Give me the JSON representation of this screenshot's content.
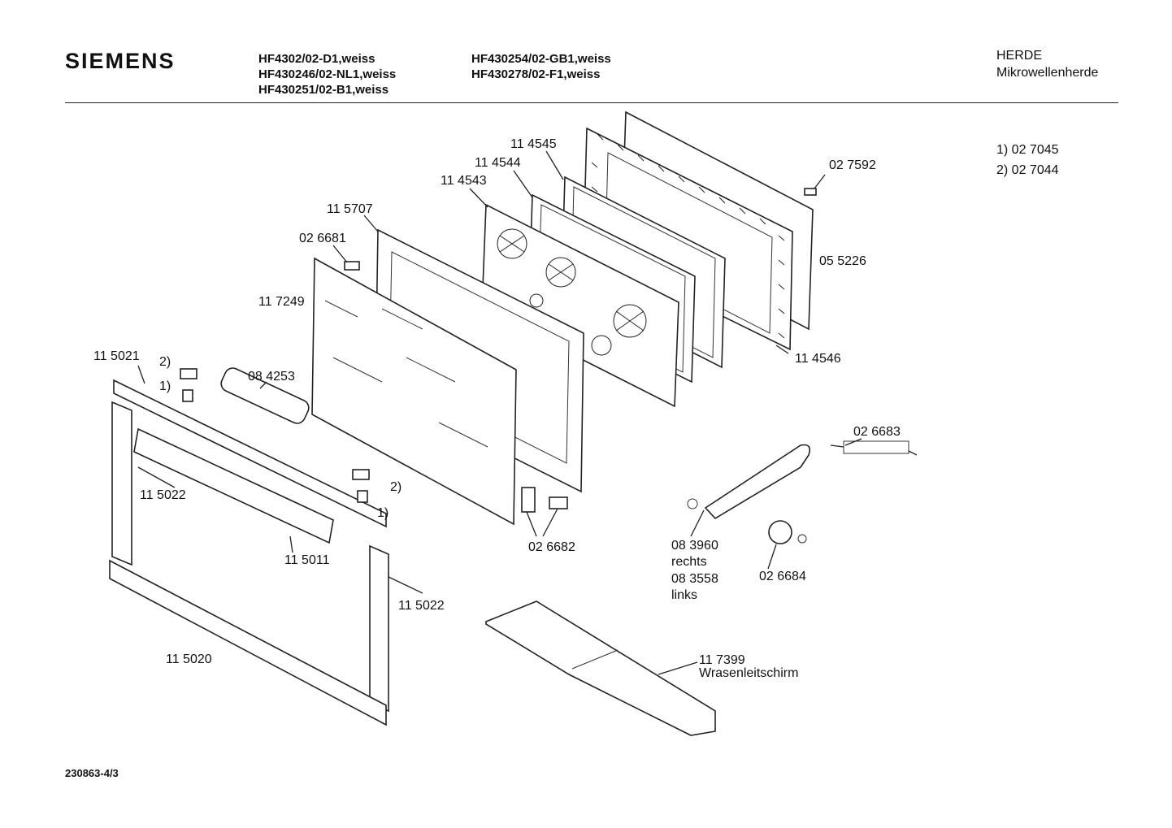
{
  "header": {
    "brand": "SIEMENS",
    "models_col1": [
      "HF4302/02-D1,weiss",
      "HF430246/02-NL1,weiss",
      "HF430251/02-B1,weiss"
    ],
    "models_col2": [
      "HF430254/02-GB1,weiss",
      "HF430278/02-F1,weiss"
    ],
    "category": "HERDE",
    "subcategory": "Mikrowellenherde"
  },
  "notes": [
    "1) 02 7045",
    "2) 02 7044"
  ],
  "parts": {
    "p114545": "11 4545",
    "p114544": "11 4544",
    "p114543": "11 4543",
    "p115707": "11 5707",
    "p026681": "02 6681",
    "p117249": "11 7249",
    "p027592": "02 7592",
    "p055226": "05 5226",
    "p114546": "11 4546",
    "p115021": "11 5021",
    "p084253": "08 4253",
    "p115022a": "11 5022",
    "p115011": "11 5011",
    "p115022b": "11 5022",
    "p115020": "11 5020",
    "p026682": "02 6682",
    "p026683": "02 6683",
    "p083960": "08 3960",
    "rechts": "rechts",
    "p083558": "08 3558",
    "links": "links",
    "p026684": "02 6684",
    "p117399": "11 7399",
    "wrasen": "Wrasenleitschirm",
    "m2a": "2)",
    "m1a": "1)",
    "m2b": "2)",
    "m1b": "1)"
  },
  "footer": {
    "code": "230863-4/3"
  }
}
